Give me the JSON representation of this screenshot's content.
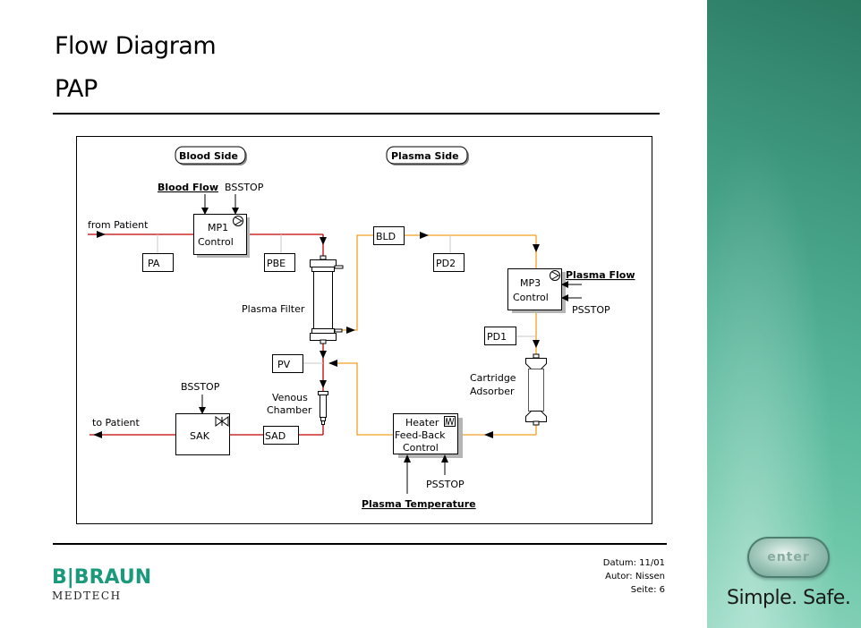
{
  "header": {
    "title": "Flow Diagram",
    "subtitle": "PAP"
  },
  "diagram": {
    "sections": {
      "blood_side": "Blood Side",
      "plasma_side": "Plasma Side"
    },
    "inputs": {
      "blood_flow": "Blood Flow",
      "bsstop_top": "BSSTOP",
      "plasma_flow": "Plasma Flow",
      "psstop_mp3": "PSSTOP",
      "bsstop_sak": "BSSTOP",
      "psstop_heater": "PSSTOP",
      "plasma_temperature": "Plasma Temperature"
    },
    "flows": {
      "from_patient": "from Patient",
      "to_patient": "to Patient"
    },
    "controls": {
      "mp1_line1": "MP1",
      "mp1_line2": "Control",
      "mp3_line1": "MP3",
      "mp3_line2": "Control",
      "sak": "SAK",
      "heater_line1": "Heater",
      "heater_line2": "Feed-Back",
      "heater_line3": "Control"
    },
    "sensors": {
      "pa": "PA",
      "pbe": "PBE",
      "bld": "BLD",
      "pd2": "PD2",
      "pd1": "PD1",
      "pv": "PV",
      "sad": "SAD"
    },
    "components": {
      "plasma_filter": "Plasma Filter",
      "venous_line1": "Venous",
      "venous_line2": "Chamber",
      "cartridge_line1": "Cartridge",
      "cartridge_line2": "Adsorber"
    },
    "colors": {
      "blood_line": "#c00000",
      "plasma_line": "#f0a020",
      "sensor_link": "#c8c8c8"
    }
  },
  "footer": {
    "company": "B|BRAUN",
    "division": "MEDTECH",
    "date": "Datum: 11/01",
    "author": "Autor: Nissen",
    "page": "Seite: 6"
  },
  "side_panel": {
    "button_label": "enter",
    "slogan": "Simple. Safe."
  }
}
